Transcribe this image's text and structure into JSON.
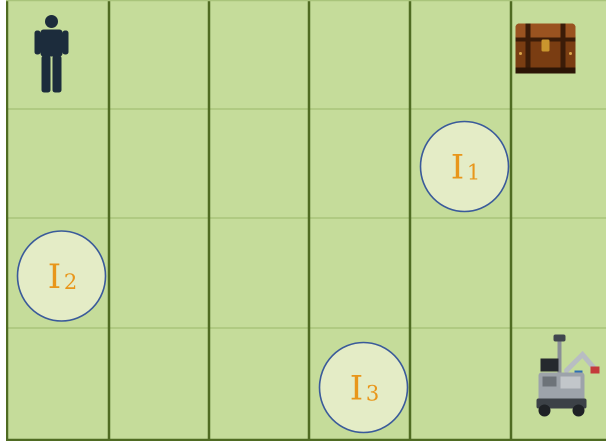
{
  "grid": {
    "rows": 4,
    "cols": 6,
    "cell_color": "#c5dc9a",
    "line_color": "#4f6b22",
    "inner_line_color": "#a9c47b"
  },
  "human": {
    "row": 0,
    "col": 0,
    "icon": "person-icon",
    "color": "#1c2c3c"
  },
  "treasure": {
    "row": 0,
    "col": 5,
    "icon": "treasure-chest-icon"
  },
  "robot": {
    "row": 3,
    "col": 5,
    "icon": "robot-arm-icon"
  },
  "landmarks": [
    {
      "id": "I1",
      "letter": "I",
      "sub": "1",
      "row": 1,
      "col": 4
    },
    {
      "id": "I2",
      "letter": "I",
      "sub": "2",
      "row": 2,
      "col": 0
    },
    {
      "id": "I3",
      "letter": "I",
      "sub": "3",
      "row": 3,
      "col": 3
    }
  ],
  "landmark_fill": "#e4ecc6",
  "landmark_stroke": "#3a5a9a",
  "landmark_text_color": "#e8961a"
}
